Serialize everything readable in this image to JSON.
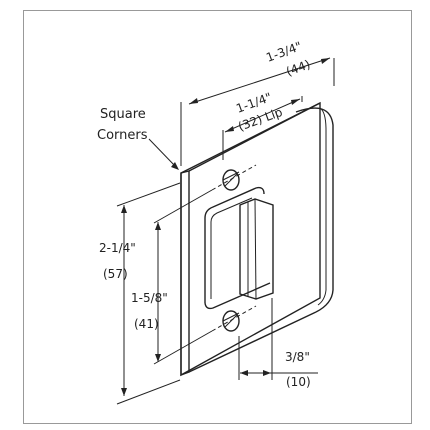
{
  "colors": {
    "line": "#222222",
    "border": "#999999",
    "background": "#ffffff"
  },
  "labels": {
    "corners_line1": "Square",
    "corners_line2": "Corners"
  },
  "dimensions": {
    "overall_width": {
      "imperial": "1-3/4\"",
      "metric": "(44)"
    },
    "lip": {
      "imperial": "1-1/4\"",
      "metric": "(32) Lip"
    },
    "height": {
      "imperial": "2-1/4\"",
      "metric": "(57)"
    },
    "hole_spacing": {
      "imperial": "1-5/8\"",
      "metric": "(41)"
    },
    "offset": {
      "imperial": "3/8\"",
      "metric": "(10)"
    }
  }
}
